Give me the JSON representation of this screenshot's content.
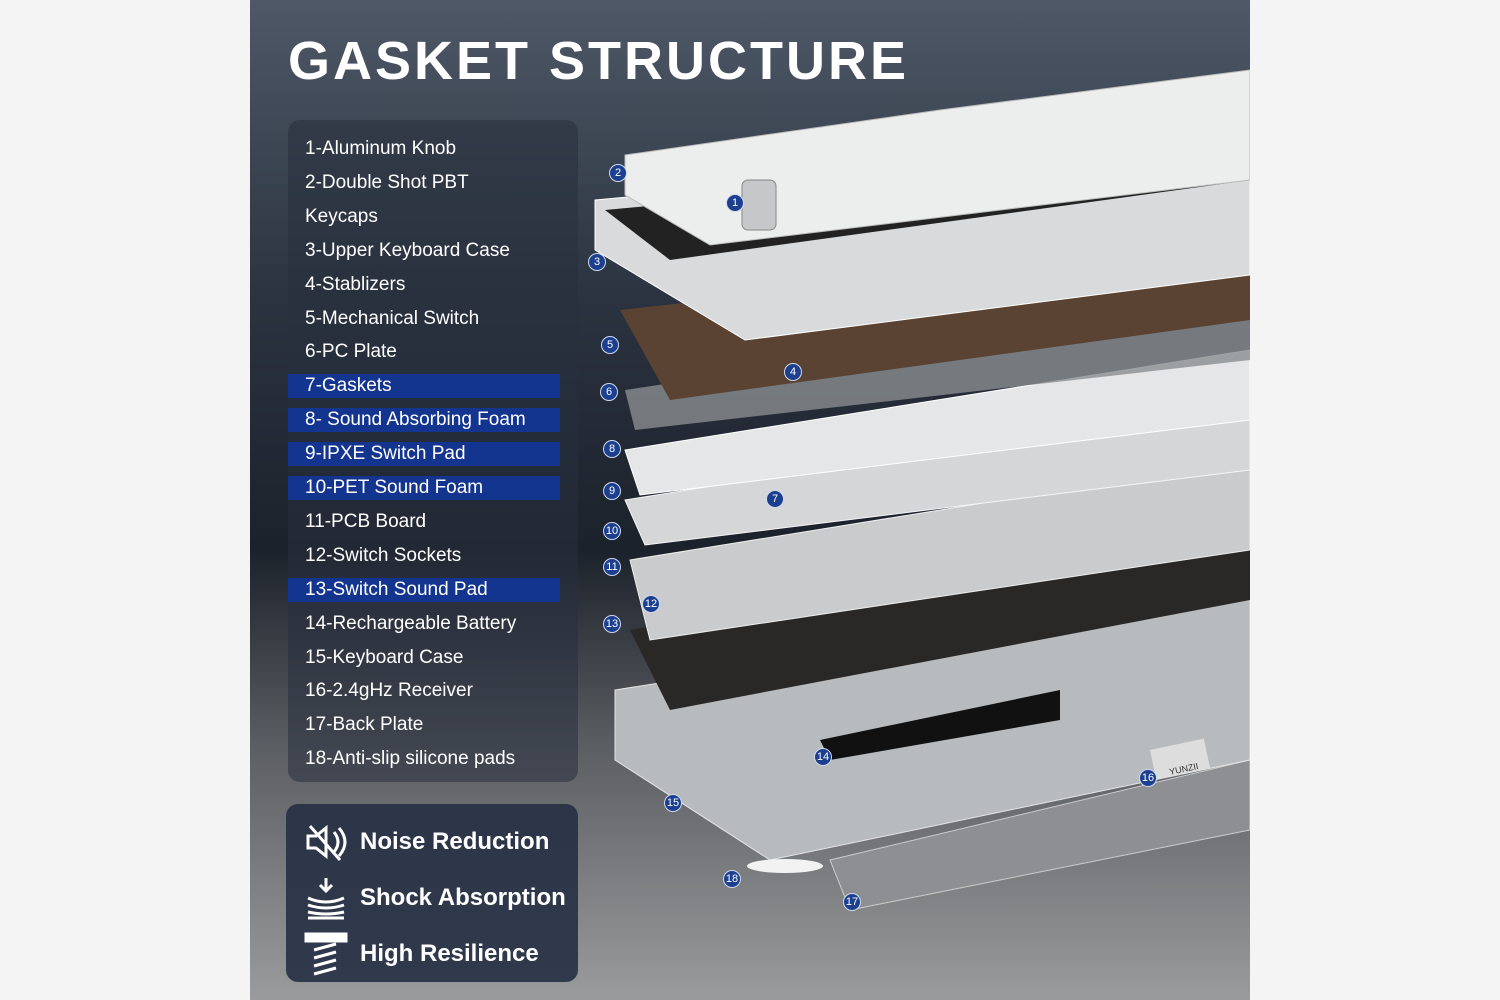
{
  "title": "GASKET STRUCTURE",
  "parts": [
    {
      "label": "1-Aluminum Knob",
      "highlight": false
    },
    {
      "label": "2-Double Shot PBT",
      "highlight": false
    },
    {
      "label": "Keycaps",
      "highlight": false
    },
    {
      "label": "3-Upper Keyboard Case",
      "highlight": false
    },
    {
      "label": "4-Stablizers",
      "highlight": false
    },
    {
      "label": "5-Mechanical Switch",
      "highlight": false
    },
    {
      "label": "6-PC Plate",
      "highlight": false
    },
    {
      "label": "7-Gaskets",
      "highlight": true
    },
    {
      "label": "8- Sound Absorbing Foam",
      "highlight": true
    },
    {
      "label": "9-IPXE Switch Pad",
      "highlight": true
    },
    {
      "label": "10-PET Sound Foam",
      "highlight": true
    },
    {
      "label": "11-PCB Board",
      "highlight": false
    },
    {
      "label": "12-Switch Sockets",
      "highlight": false
    },
    {
      "label": "13-Switch Sound Pad",
      "highlight": true
    },
    {
      "label": "14-Rechargeable Battery",
      "highlight": false
    },
    {
      "label": "15-Keyboard Case",
      "highlight": false
    },
    {
      "label": "16-2.4gHz Receiver",
      "highlight": false
    },
    {
      "label": "17-Back Plate",
      "highlight": false
    },
    {
      "label": "18-Anti-slip silicone pads",
      "highlight": false
    }
  ],
  "features": [
    {
      "label": "Noise Reduction",
      "icon": "mute-speaker-icon"
    },
    {
      "label": "Shock Absorption",
      "icon": "shock-absorb-icon"
    },
    {
      "label": "High Resilience",
      "icon": "spring-icon"
    }
  ],
  "markers": [
    "1",
    "2",
    "3",
    "4",
    "5",
    "6",
    "7",
    "8",
    "9",
    "10",
    "11",
    "12",
    "13",
    "14",
    "15",
    "16",
    "17",
    "18"
  ],
  "receiver_brand": "YUNZII",
  "colors": {
    "highlight": "#13348f",
    "marker": "#1c3f8f"
  }
}
